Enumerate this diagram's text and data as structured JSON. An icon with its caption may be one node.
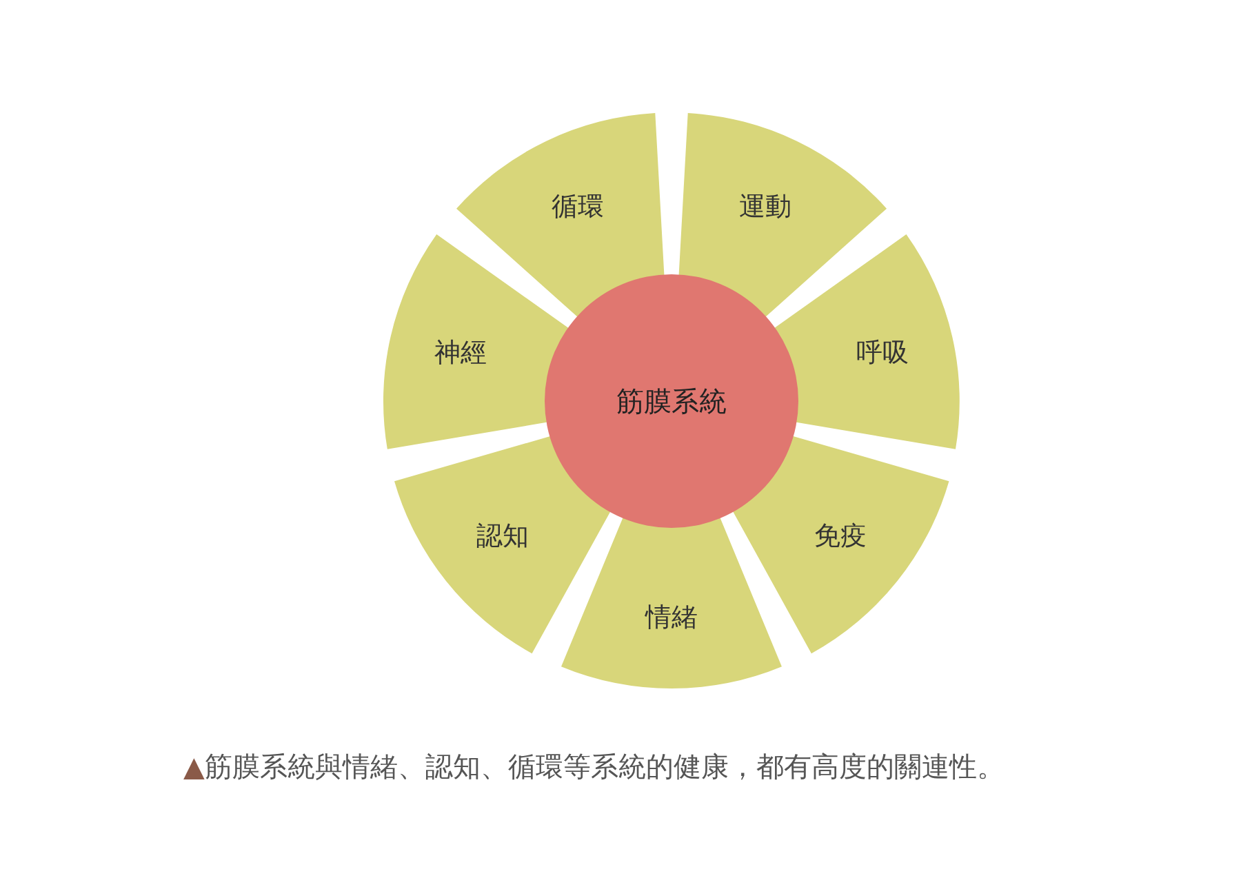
{
  "diagram": {
    "nodes": [
      {
        "text": [
          "循環"
        ]
      },
      {
        "text": [
          "運動"
        ]
      },
      {
        "text": [
          "神經"
        ]
      },
      {
        "text": [
          "筋膜系統"
        ]
      },
      {
        "text": [
          "呼吸"
        ]
      },
      {
        "text": [
          "認知"
        ]
      },
      {
        "text": [
          "免疫"
        ]
      },
      {
        "text": [
          "情緒"
        ]
      }
    ],
    "caption": "▲筋膜系統與情緒、認知、循環等系統的健康，都有高度的關連性。"
  }
}
